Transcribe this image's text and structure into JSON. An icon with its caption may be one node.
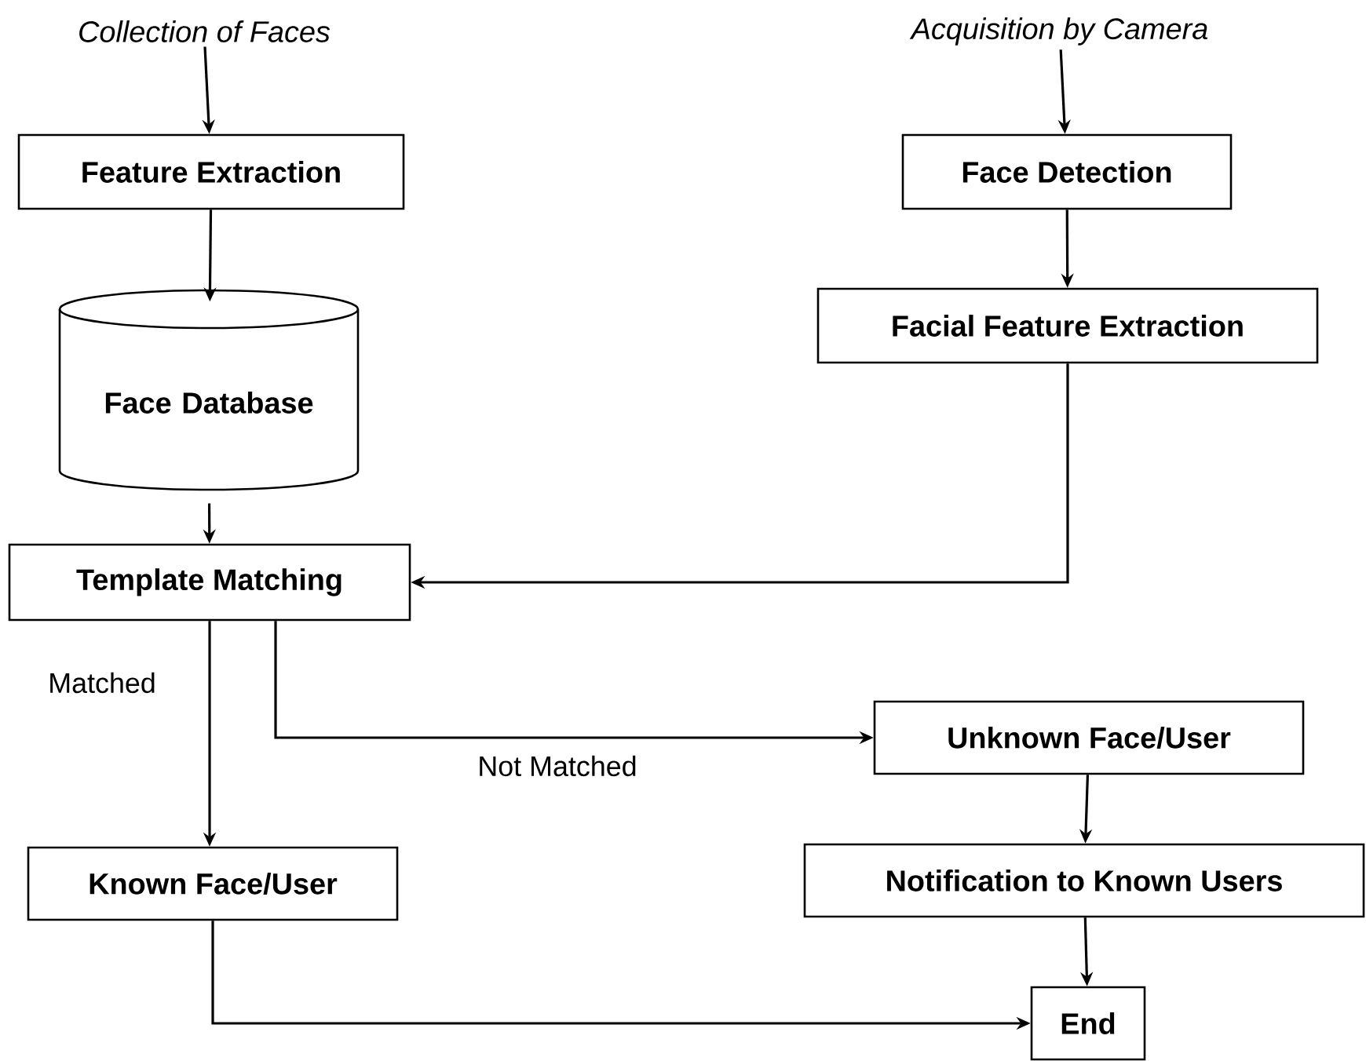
{
  "diagram": {
    "nodes": [
      {
        "text": [
          "Collection of Faces"
        ]
      },
      {
        "text": [
          "Feature Extraction"
        ]
      },
      {
        "text": [
          "Face Database"
        ]
      },
      {
        "text": [
          "Template Matching"
        ]
      },
      {
        "text": [
          "Acquisition by Camera"
        ]
      },
      {
        "text": [
          "Face Detection"
        ]
      },
      {
        "text": [
          "Facial Feature Extraction"
        ]
      },
      {
        "text": [
          "Unknown Face/User"
        ]
      },
      {
        "text": [
          "Known Face/User"
        ]
      },
      {
        "text": [
          "Notification to Known Users"
        ]
      },
      {
        "text": [
          "End"
        ]
      }
    ],
    "edges": [
      {
        "from": 0,
        "to": 1,
        "arrow": "to"
      },
      {
        "from": 1,
        "to": 2,
        "arrow": "to"
      },
      {
        "from": 2,
        "to": 3,
        "arrow": "to"
      },
      {
        "from": 4,
        "to": 5,
        "arrow": "to"
      },
      {
        "from": 5,
        "to": 6,
        "arrow": "to"
      },
      {
        "from": 6,
        "to": 3,
        "arrow": "to"
      },
      {
        "from": 3,
        "to": 8,
        "arrow": "to",
        "label": "Matched"
      },
      {
        "from": 3,
        "to": 7,
        "arrow": "to",
        "label": "Not Matched"
      },
      {
        "from": 7,
        "to": 9,
        "arrow": "to"
      },
      {
        "from": 9,
        "to": 10,
        "arrow": "to"
      },
      {
        "from": 8,
        "to": 10,
        "arrow": "to"
      }
    ]
  }
}
